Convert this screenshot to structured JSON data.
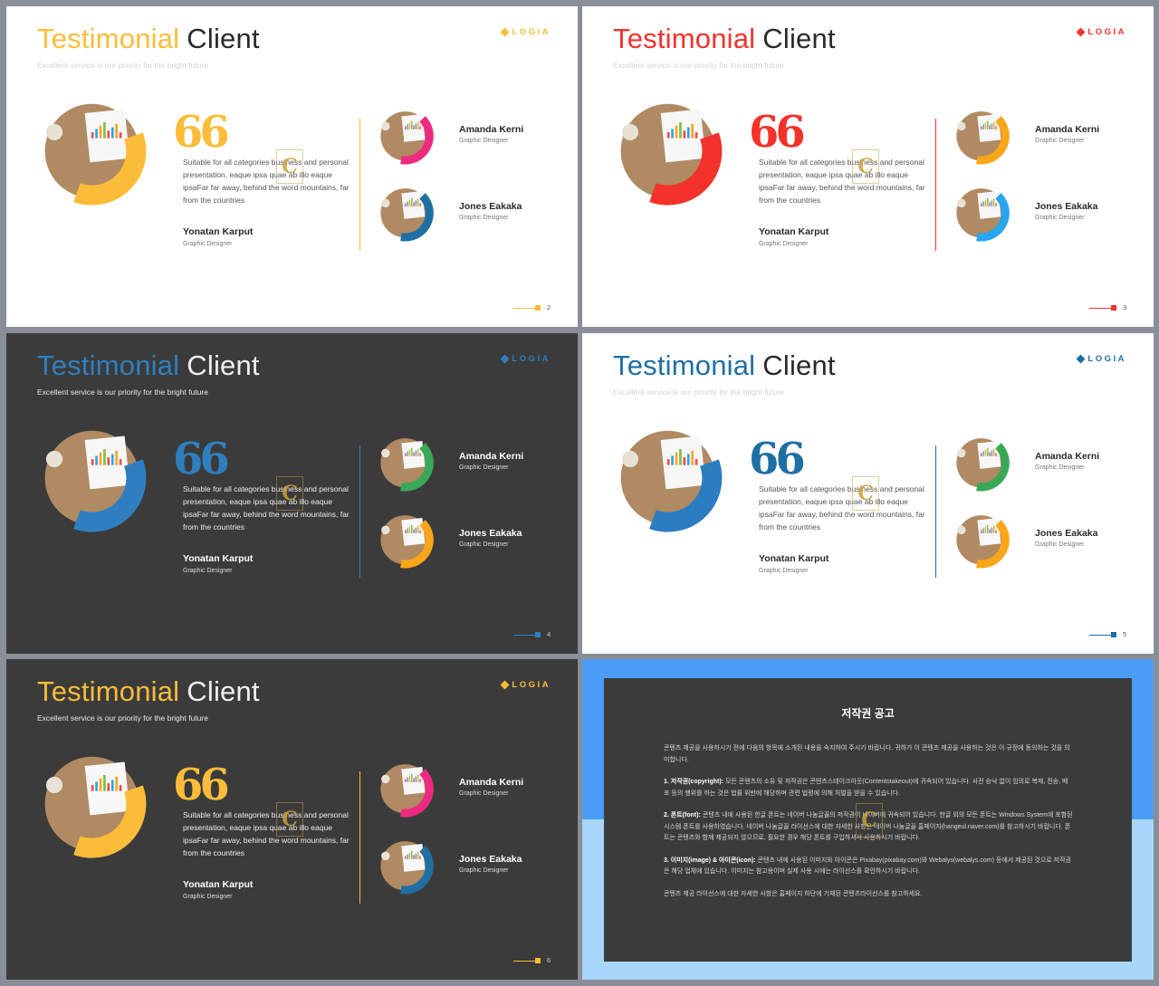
{
  "slides": [
    {
      "theme": "light",
      "accent": "#fbbd39",
      "accent2": "#fbbd39",
      "arc_main": "#fbbd39",
      "arc1": "#ec2a82",
      "arc2": "#1f6fa3",
      "page": "2"
    },
    {
      "theme": "light",
      "accent": "#f2322b",
      "accent2": "#f2322b",
      "arc_main": "#f2322b",
      "arc1": "#f9a61a",
      "arc2": "#2aa5ef",
      "page": "3"
    },
    {
      "theme": "dark",
      "accent": "#2f7fc0",
      "accent2": "#2f7fc0",
      "arc_main": "#2f7fc0",
      "arc1": "#3aa857",
      "arc2": "#f9a61a",
      "page": "4"
    },
    {
      "theme": "light",
      "accent": "#1f6fa3",
      "accent2": "#1f6fa3",
      "arc_main": "#2b7cc0",
      "arc1": "#3aa857",
      "arc2": "#f9a61a",
      "page": "5"
    },
    {
      "theme": "dark",
      "accent": "#fbbd39",
      "accent2": "#fbbd39",
      "arc_main": "#fbbd39",
      "arc1": "#ec2a82",
      "arc2": "#1f6fa3",
      "page": "6"
    }
  ],
  "common": {
    "title_word1": "Testimonial",
    "title_word2": "Client",
    "subtitle": "Excellent service is our priority for the bright future",
    "logo_text": "LOGIA",
    "quote_mark": "99",
    "body": "Suitable for all categories business and personal presentation, eaque ipsa quae ab illo eaque ipsaFar far away, behind the word mountains, far from the countries",
    "main_person_name": "Yonatan Karput",
    "main_person_role": "Graphic Designer",
    "person1_name": "Amanda Kerni",
    "person1_role": "Graphic Designer",
    "person2_name": "Jones Eakaka",
    "person2_role": "Graphic Designer",
    "watermark_letter": "C"
  },
  "copyright": {
    "title": "저작권 공고",
    "intro": "콘텐츠 제공을 사용하시기 전에 다음의 항목에 소개된 내용을 숙지하여 주시기 바랍니다. 귀하가 이 콘텐츠 제공을 사용하는 것은 이 규정에 동의하는 것을 의미합니다.",
    "p1_label": "1. 저작권(copyright):",
    "p1": "모든 콘텐츠의 소유 및 저작권은 콘텐츠스테이크아웃(Contentstakeout)에 귀속되어 있습니다. 사전 승낙 없이 임의로 복제, 전송, 배포 등의 행위를 하는 것은 법률 위반에 해당하며 관련 법령에 의해 처벌을 받을 수 있습니다.",
    "p2_label": "2. 폰트(font):",
    "p2": "콘텐츠 내에 사용된 한글 폰트는 네이버 나눔글꼴의 저작권이 네이버에 귀속되어 있습니다. 한글 외의 모든 폰트는 Windows System에 포함된 시스템 폰트를 사용하였습니다. 네이버 나눔글꼴 라이선스에 대한 자세한 사항은 네이버 나눔글꼴 홈페이지(hangeul.naver.com)를 참고하시기 바랍니다. 폰트는 콘텐츠와 함께 제공되지 않으므로, 필요한 경우 해당 폰트를 구입하셔서 사용하시기 바랍니다.",
    "p3_label": "3. 이미지(image) & 아이콘(icon):",
    "p3": "콘텐츠 내에 사용된 이미지와 아이콘은 Pixabay(pixabay.com)와 Webalys(webalys.com) 등에서 제공된 것으로 저작권은 해당 업체에 있습니다. 이미지는 참고용이며 실제 사용 시에는 라이선스를 확인하시기 바랍니다.",
    "outro": "콘텐츠 제공 라이선스에 대한 자세한 사항은 홈페이지 하단에 기재된 콘텐츠라이선스를 참고하세요."
  }
}
